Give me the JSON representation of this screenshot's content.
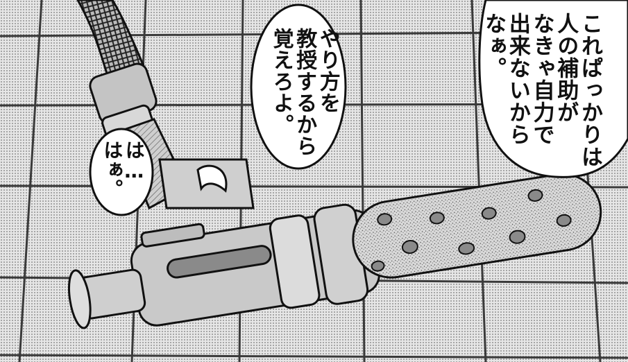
{
  "panel": {
    "speech_bubbles": [
      {
        "id": "right",
        "text": "これぱっかりは\n人の補助が\nなきゃ自力で\n出来ないから\nなぁ。"
      },
      {
        "id": "middle",
        "text": "やり方を\n教授するから\n覚えろよ。"
      },
      {
        "id": "left",
        "text": "は…\nはぁ。"
      }
    ]
  },
  "colors": {
    "floor": "#d4d4d4",
    "grout": "#3a3a3a",
    "ink": "#111111",
    "paper": "#ffffff",
    "metal_tone": "#bdbdbd",
    "nozzle_tone": "#c9c9c9",
    "dot_tone": "#8a8a8a"
  }
}
